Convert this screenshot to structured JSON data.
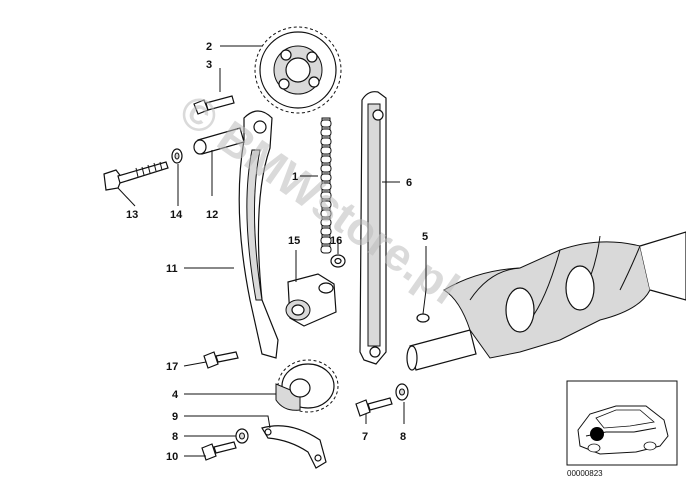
{
  "part_labels": {
    "p1": "1",
    "p2": "2",
    "p3": "3",
    "p4": "4",
    "p5": "5",
    "p6": "6",
    "p7": "7",
    "p8a": "8",
    "p8b": "8",
    "p9": "9",
    "p10": "10",
    "p11": "11",
    "p12": "12",
    "p13": "13",
    "p14": "14",
    "p15": "15",
    "p16": "16",
    "p17": "17"
  },
  "watermark": "© BMWstore.pl",
  "diagram_id": "00000823",
  "icons": {
    "car_thumbnail": "car-location-thumbnail-icon"
  },
  "colors": {
    "line": "#111111",
    "watermark": "#bcbcbc",
    "marker": "#000000"
  }
}
